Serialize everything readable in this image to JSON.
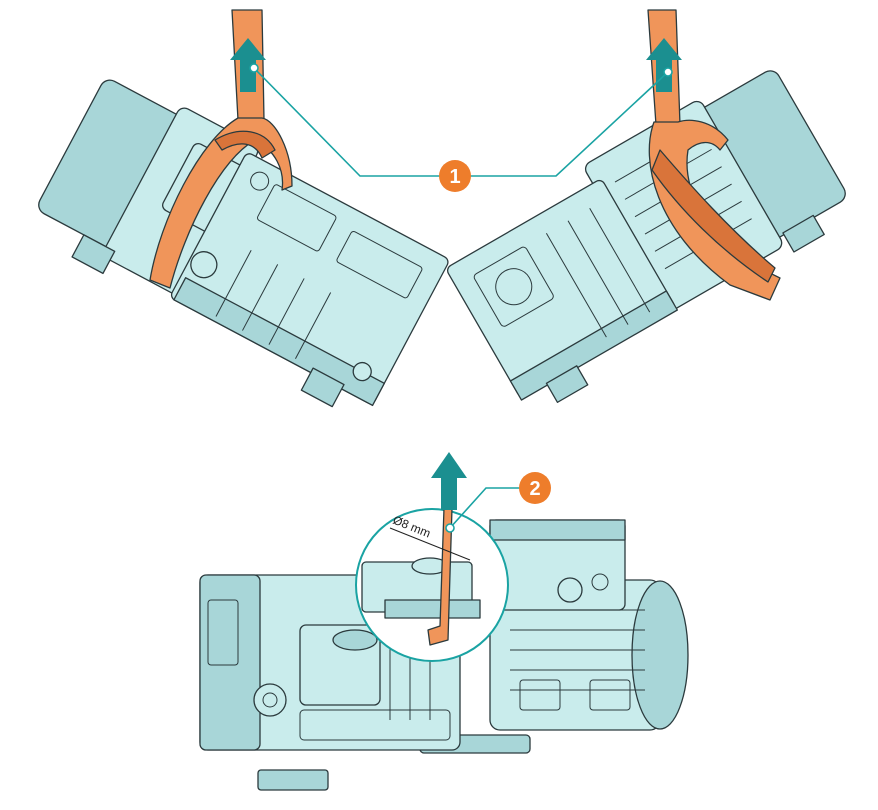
{
  "callouts": [
    {
      "label": "1"
    },
    {
      "label": "2"
    }
  ],
  "dimension": {
    "label": "Ø8 mm"
  },
  "colors": {
    "pump_body": "#c9ecec",
    "pump_shade": "#a8d6d8",
    "outline": "#2b3a3d",
    "strap": "#f0955a",
    "strap_dark": "#d9743a",
    "arrow": "#1b8f90",
    "leader": "#1aa3a3",
    "callout_badge": "#ee7d2b"
  }
}
